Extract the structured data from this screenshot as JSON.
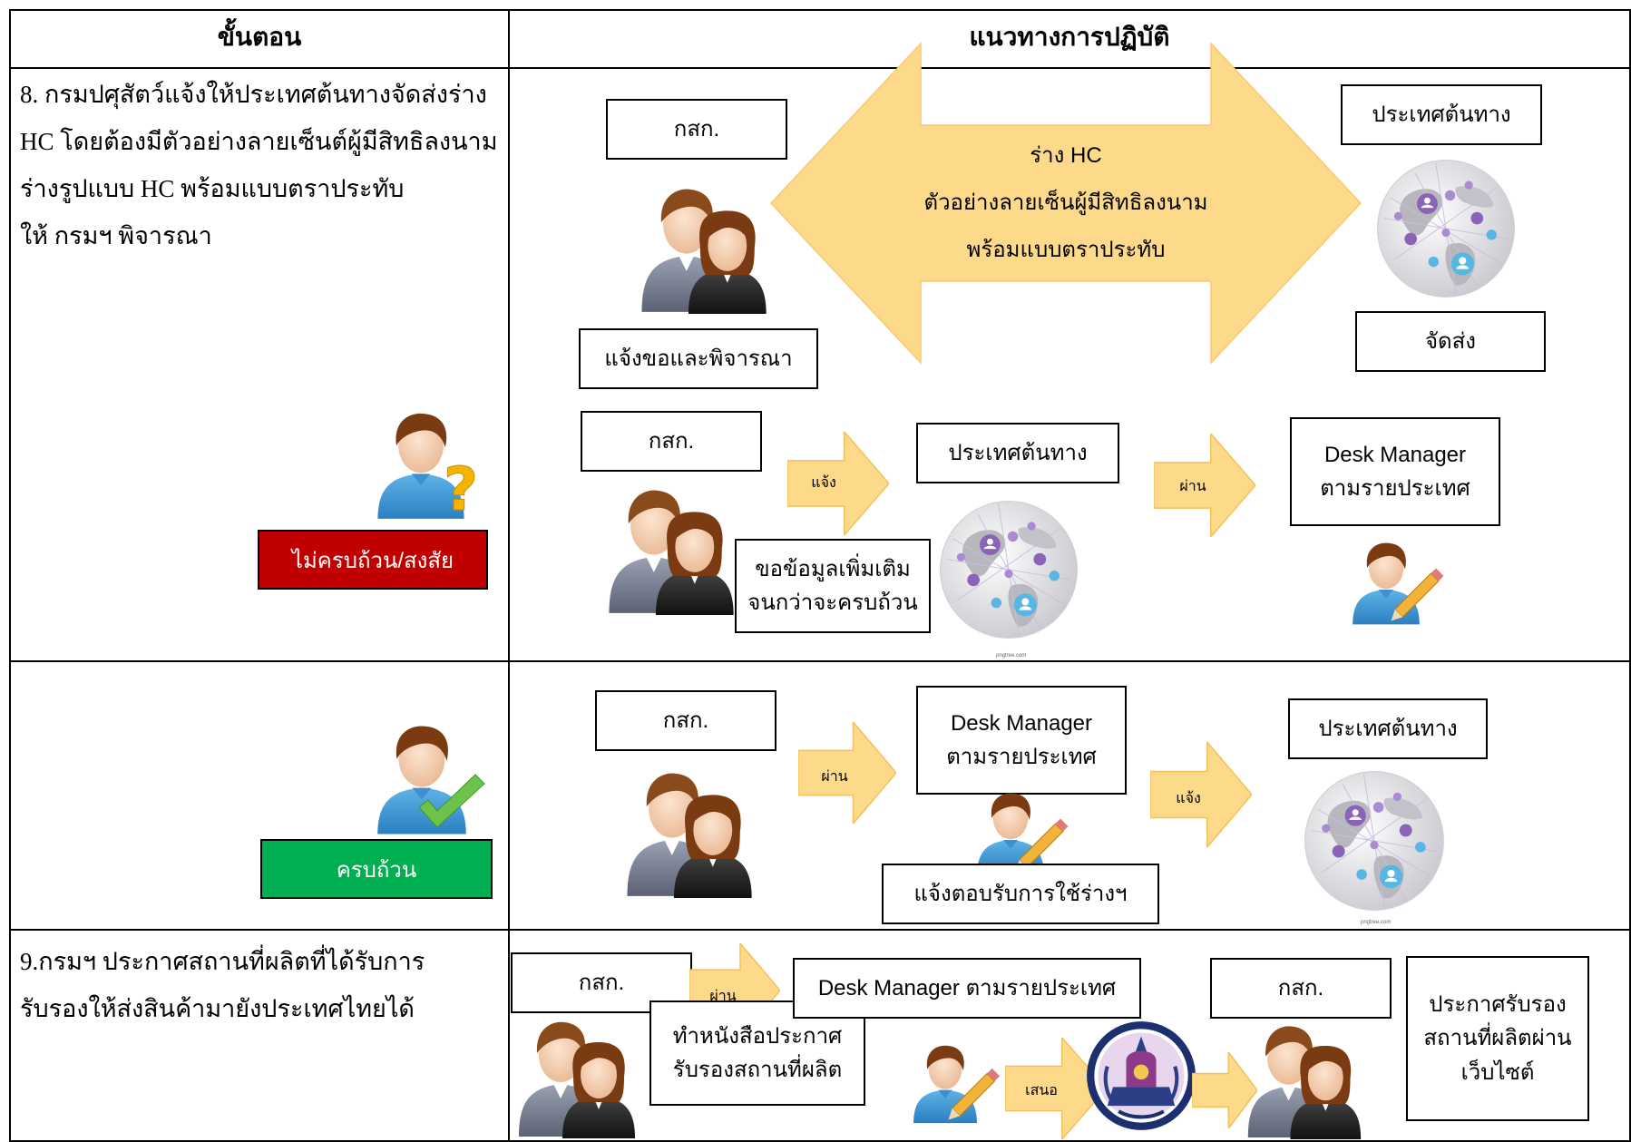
{
  "header": {
    "col_steps": "ขั้นตอน",
    "col_guidelines": "แนวทางการปฏิบัติ"
  },
  "row8": {
    "step_text": "8. กรมปศุสัตว์แจ้งให้ประเทศต้นทางจัดส่งร่าง\nHC โดยต้องมีตัวอย่างลายเซ็นต์ผู้มีสิทธิลงนาม\nร่างรูปแบบ HC พร้อมแบบตราประทับ\nให้ กรมฯ พิจารณา",
    "top": {
      "agency": "กสก.",
      "action": "แจ้งขอและพิจารณา",
      "arrow_lines": [
        "ร่าง HC",
        "ตัวอย่างลายเซ็นผู้มีสิทธิลงนาม",
        "พร้อมแบบตราประทับ"
      ],
      "origin_country": "ประเทศต้นทาง",
      "origin_action": "จัดส่ง"
    },
    "incomplete": {
      "status": "ไม่ครบถ้วน/สงสัย",
      "status_color": "#c00000",
      "agency": "กสก.",
      "arrow1_label": "แจ้ง",
      "origin_country": "ประเทศต้นทาง",
      "request": "ขอข้อมูลเพิ่มเติม\nจนกว่าจะครบถ้วน",
      "arrow2_label": "ผ่าน",
      "desk_manager": "Desk Manager\nตามรายประเทศ",
      "footnote": "pngtree.com"
    }
  },
  "row_complete": {
    "status": "ครบถ้วน",
    "status_color": "#00b050",
    "agency": "กสก.",
    "arrow1_label": "ผ่าน",
    "desk_manager": "Desk Manager\nตามรายประเทศ",
    "reply": "แจ้งตอบรับการใช้ร่างฯ",
    "arrow2_label": "แจ้ง",
    "origin_country": "ประเทศต้นทาง",
    "footnote": "pngtree.com"
  },
  "row9": {
    "step_text": "9.กรมฯ ประกาศสถานที่ผลิตที่ได้รับการ\nรับรองให้ส่งสินค้ามายังประเทศไทยได้",
    "agency1": "กสก.",
    "arrow1_label": "ผ่าน",
    "desk_manager_bold": "Desk Manager",
    "desk_manager_rest": " ตามรายประเทศ",
    "letter": "ทำหนังสือประกาศ\nรับรองสถานที่ผลิต",
    "arrow2_label": "เสนอ",
    "agency2": "กสก.",
    "announce": "ประกาศรับรอง\nสถานที่ผลิตผ่าน\nเว็บไซต์"
  },
  "colors": {
    "arrow_fill": "#fdd98a",
    "arrow_stroke": "#f5b93a",
    "big_arrow_fill": "#fdd98a"
  },
  "icons": [
    "two-people-icon",
    "person-question-icon",
    "person-check-icon",
    "person-pencil-icon",
    "globe-network-icon",
    "official-seal-icon"
  ]
}
